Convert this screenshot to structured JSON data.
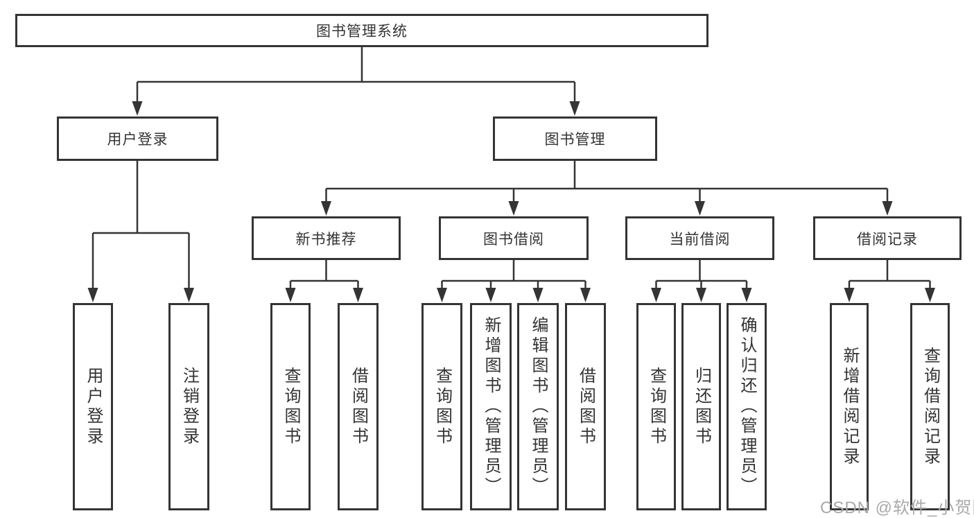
{
  "tree": {
    "label": "图书管理系统",
    "children": [
      {
        "label": "用户登录",
        "children": [
          {
            "label": "用户登录"
          },
          {
            "label": "注销登录"
          }
        ]
      },
      {
        "label": "图书管理",
        "children": [
          {
            "label": "新书推荐",
            "children": [
              {
                "label": "查询图书"
              },
              {
                "label": "借阅图书"
              }
            ]
          },
          {
            "label": "图书借阅",
            "children": [
              {
                "label": "查询图书"
              },
              {
                "label": "新增图书（管理员）"
              },
              {
                "label": "编辑图书（管理员）"
              },
              {
                "label": "借阅图书"
              }
            ]
          },
          {
            "label": "当前借阅",
            "children": [
              {
                "label": "查询图书"
              },
              {
                "label": "归还图书"
              },
              {
                "label": "确认归还（管理员）"
              }
            ]
          },
          {
            "label": "借阅记录",
            "children": [
              {
                "label": "新增借阅记录"
              },
              {
                "label": "查询借阅记录"
              }
            ]
          }
        ]
      }
    ]
  },
  "watermark": {
    "text": "CSDN @软件_小贺同学"
  },
  "colors": {
    "line": "#343434",
    "text": "#333333",
    "watermark": "#a9a9a9",
    "background": "#ffffff"
  }
}
